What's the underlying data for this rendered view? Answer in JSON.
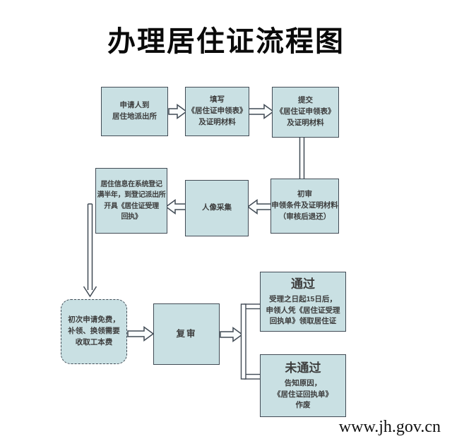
{
  "title": "办理居住证流程图",
  "footer": {
    "website": "www.jh.gov.cn"
  },
  "colors": {
    "box_fill": "#c9e0e3",
    "box_border": "#414b55",
    "text_color": "#3d3d3d"
  },
  "boxes": {
    "apply": {
      "text": "申请人到\n居住地派出所"
    },
    "fill_form": {
      "text": "填写\n《居住证申领表》\n及证明材料"
    },
    "submit": {
      "text": "提交\n《居住证申领表》\n及证明材料"
    },
    "first_review": {
      "text": "初审\n申领条件及证明材料\n（审核后退还）"
    },
    "portrait": {
      "text": "人像采集"
    },
    "registration": {
      "text": "居住信息在系统登记\n满半年，到登记派出所\n开具《居住证受理\n回执》"
    },
    "fee": {
      "text": "初次申请免费，\n补领、换领需要\n收取工本费"
    },
    "re_review": {
      "text": "复审"
    },
    "pass": {
      "title": "通过",
      "body": "受理之日起15日后，\n申领人凭《居住证受理\n回执单》领取居住证"
    },
    "fail": {
      "title": "未通过",
      "body": "告知原因，\n《居住证回执单》\n作废"
    }
  }
}
